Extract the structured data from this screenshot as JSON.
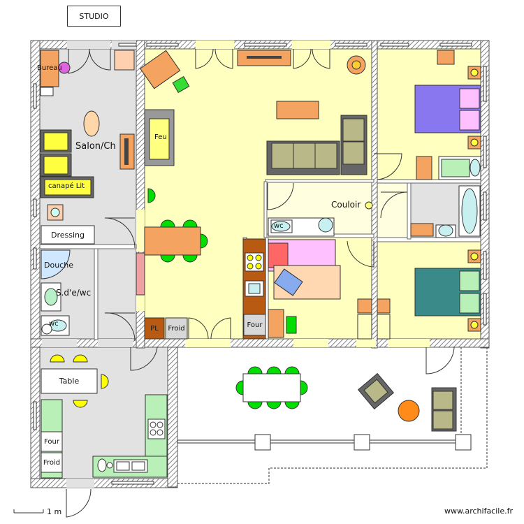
{
  "title": "STUDIO",
  "rooms": {
    "bureau": "Bureau",
    "salon": "Salon/Ch",
    "canape": "canapé Lit",
    "dressing": "Dressing",
    "douche": "Douche",
    "sdewc": "S.d'e/wc",
    "wc_studio": "wc",
    "table": "Table",
    "four_kitchen": "Four",
    "froid_kitchen": "Froid",
    "feu": "Feu",
    "pl": "PL",
    "froid_main": "Froid",
    "four_main": "Four",
    "couloir": "Couloir",
    "wc_main": "wc"
  },
  "scale": {
    "label": "1 m"
  },
  "credit": "www.archifacile.fr",
  "colors": {
    "wall": "#777777",
    "studio_floor": "#e2e2e2",
    "main_floor": "#ffffc0",
    "hall_floor": "#ffffe0",
    "orange": "#f4a460",
    "green": "#00dd00",
    "yellow": "#ffff00",
    "olive": "#b8b888",
    "purple_bed": "#8877ee",
    "teal_bed": "#3a8a8a",
    "pink": "#ffc0ff",
    "light_green": "#b8f0b8"
  }
}
